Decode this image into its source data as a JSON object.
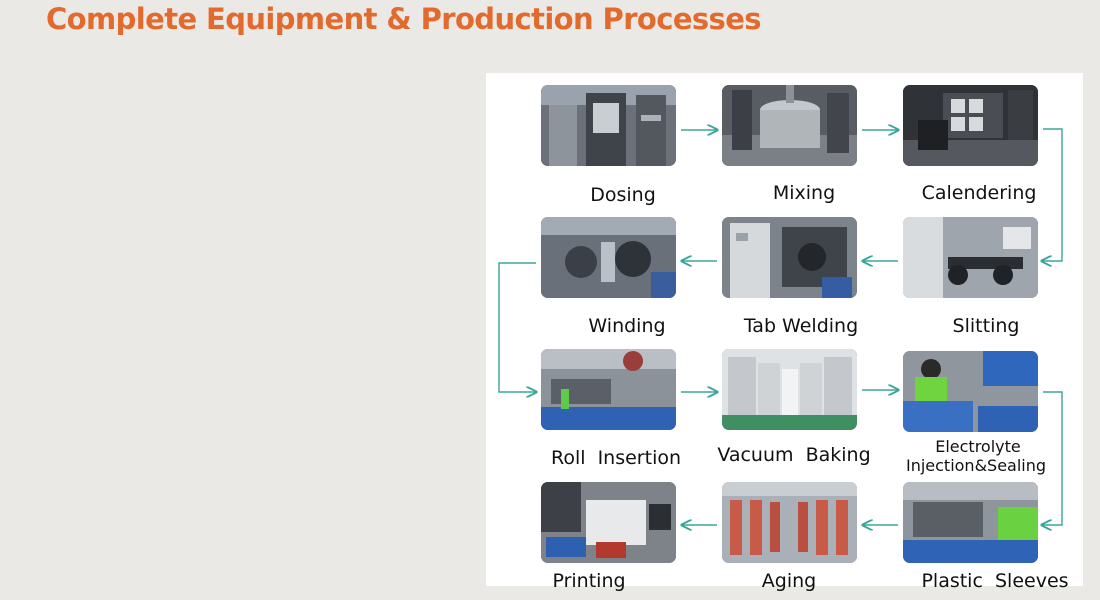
{
  "title": "Complete Equipment & Production Processes",
  "steps": [
    {
      "label": "Dosing",
      "photo": "dosing-machine"
    },
    {
      "label": "Mixing",
      "photo": "mixing-tank"
    },
    {
      "label": "Calendering",
      "photo": "calendering-machine"
    },
    {
      "label": "Slitting",
      "photo": "slitting-machine"
    },
    {
      "label": "Tab Welding",
      "photo": "tab-welding-machine"
    },
    {
      "label": "Winding",
      "photo": "winding-machine"
    },
    {
      "label": "Roll  Insertion",
      "photo": "roll-insertion-line"
    },
    {
      "label": "Vacuum  Baking",
      "photo": "vacuum-baking-ovens"
    },
    {
      "label_line1": "Electrolyte",
      "label_line2": "Injection&Sealing",
      "photo": "electrolyte-injection-station"
    },
    {
      "label": "Plastic  Sleeves",
      "photo": "plastic-sleeve-station"
    },
    {
      "label": "Aging",
      "photo": "aging-racks"
    },
    {
      "label": "Printing",
      "photo": "printing-machine"
    }
  ],
  "colors": {
    "title": "#e26a2c",
    "arrow": "#3aa59a"
  },
  "icons": {
    "flow_arrow": "arrow-right-icon"
  }
}
